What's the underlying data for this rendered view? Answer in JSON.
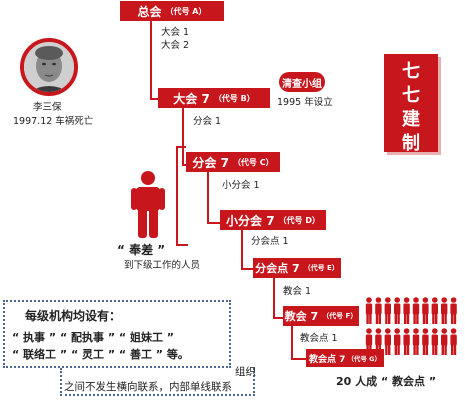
{
  "title": {
    "chars": [
      "七",
      "七",
      "建",
      "制"
    ]
  },
  "hierarchy": {
    "level1": {
      "name": "总会",
      "code": "（代号 A）",
      "subs": [
        "大会 1",
        "大会 2"
      ]
    },
    "level2": {
      "name": "大会 7",
      "code": "（代号 B）",
      "sub": "分会 1"
    },
    "level3": {
      "name": "分会 7",
      "code": "（代号 C）",
      "sub": "小分会 1"
    },
    "level4": {
      "name": "小分会 7",
      "code": "（代号 D）",
      "sub": "分会点 1"
    },
    "level5": {
      "name": "分会点 7",
      "code": "（代号 E）",
      "sub": "教会 1"
    },
    "level6": {
      "name": "教会 7",
      "code": "（代号 F）",
      "sub": "教会点 1"
    },
    "level7": {
      "name": "教会点 7",
      "code": "（代号 G）"
    }
  },
  "cleanup_group": {
    "label": "清查小组",
    "note": "1995 年设立"
  },
  "person": {
    "name": "李三保",
    "note": "1997.12 车祸死亡"
  },
  "envoy": {
    "title": "“ 奉差 ”",
    "desc": "到下级工作的人员"
  },
  "congregation": {
    "caption": "20 人成 “ 教会点 ”",
    "people_count": 20
  },
  "info": {
    "line1": "每级机构均设有：",
    "line2": "“ 执事 ” “ 配执事 ” “ 姐妹工 ”",
    "line3": "“ 联络工 ” “ 灵工 ” “ 善工 ” 等。",
    "line4a": "组织",
    "line4b": "之间不发生横向联系，内部单线联系"
  },
  "colors": {
    "accent": "#c8161d",
    "info_border": "#4a6690"
  }
}
